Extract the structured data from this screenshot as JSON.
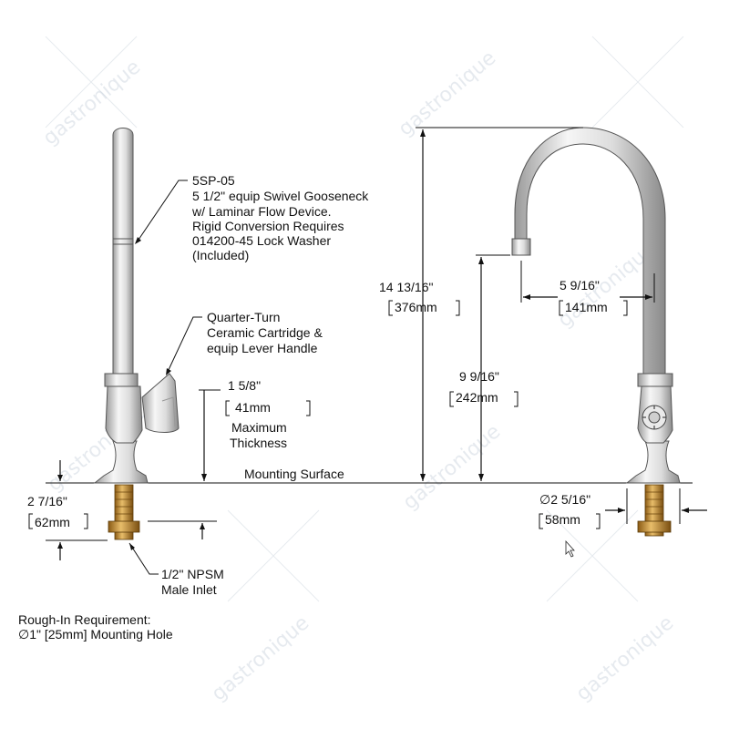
{
  "watermark": "gastronique",
  "callouts": {
    "gooseneck": [
      "5SP-05",
      "5 1/2\" equip Swivel Gooseneck",
      "w/ Laminar Flow Device.",
      "Rigid Conversion Requires",
      "014200-45 Lock Washer",
      "(Included)"
    ],
    "cartridge": [
      "Quarter-Turn",
      "Ceramic Cartridge &",
      "equip Lever Handle"
    ],
    "max_thickness": [
      "Maximum",
      "Thickness"
    ],
    "mounting_surface": "Mounting Surface",
    "inlet": [
      "1/2\" NPSM",
      "Male Inlet"
    ],
    "rough_in": [
      "Rough-In Requirement:",
      "∅1\" [25mm] Mounting Hole"
    ]
  },
  "dimensions": {
    "max_thickness": {
      "in": "1 5/8\"",
      "mm": "41mm"
    },
    "shank": {
      "in": "2 7/16\"",
      "mm": "62mm"
    },
    "overall_height": {
      "in": "14 13/16\"",
      "mm": "376mm"
    },
    "spout_height": {
      "in": "9 9/16\"",
      "mm": "242mm"
    },
    "spout_reach": {
      "in": "5 9/16\"",
      "mm": "141mm"
    },
    "base_diameter": {
      "in": "∅2 5/16\"",
      "mm": "58mm"
    }
  },
  "colors": {
    "chrome_light": "#f2f2f2",
    "chrome_mid": "#c8c8c8",
    "chrome_dark": "#8a8a8a",
    "brass_light": "#e3b766",
    "brass_dark": "#8a5a14",
    "line": "#111111"
  }
}
